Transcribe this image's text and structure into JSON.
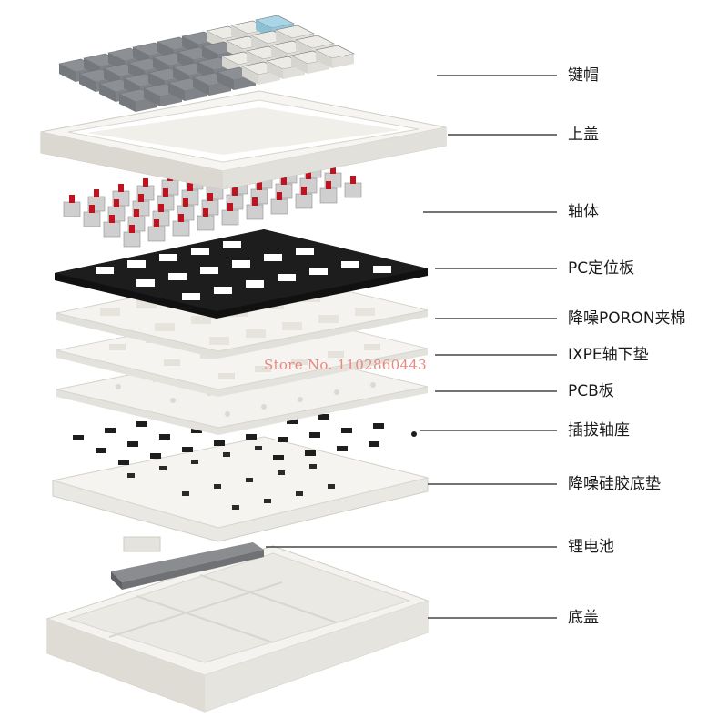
{
  "layers": [
    {
      "id": "keycaps",
      "label": "键帽"
    },
    {
      "id": "top-cover",
      "label": "上盖"
    },
    {
      "id": "switches",
      "label": "轴体"
    },
    {
      "id": "pc-plate",
      "label": "PC定位板"
    },
    {
      "id": "poron-foam",
      "label": "降噪PORON夹棉"
    },
    {
      "id": "ixpe-pad",
      "label": "IXPE轴下垫"
    },
    {
      "id": "pcb",
      "label": "PCB板"
    },
    {
      "id": "hotswap-sockets",
      "label": "插拔轴座"
    },
    {
      "id": "silicone-pad",
      "label": "降噪硅胶底垫"
    },
    {
      "id": "lithium-battery",
      "label": "锂电池"
    },
    {
      "id": "bottom-case",
      "label": "底盖"
    }
  ],
  "watermark": "Store No. 1102860443",
  "colors": {
    "keycap_gray": "#8c8f93",
    "keycap_white": "#ecebe5",
    "keycap_blue": "#a9d6e6",
    "case_white": "#f1f0ec",
    "plate_black": "#1b1b1b",
    "switch_red": "#c0121f",
    "leader_line": "#222222"
  }
}
